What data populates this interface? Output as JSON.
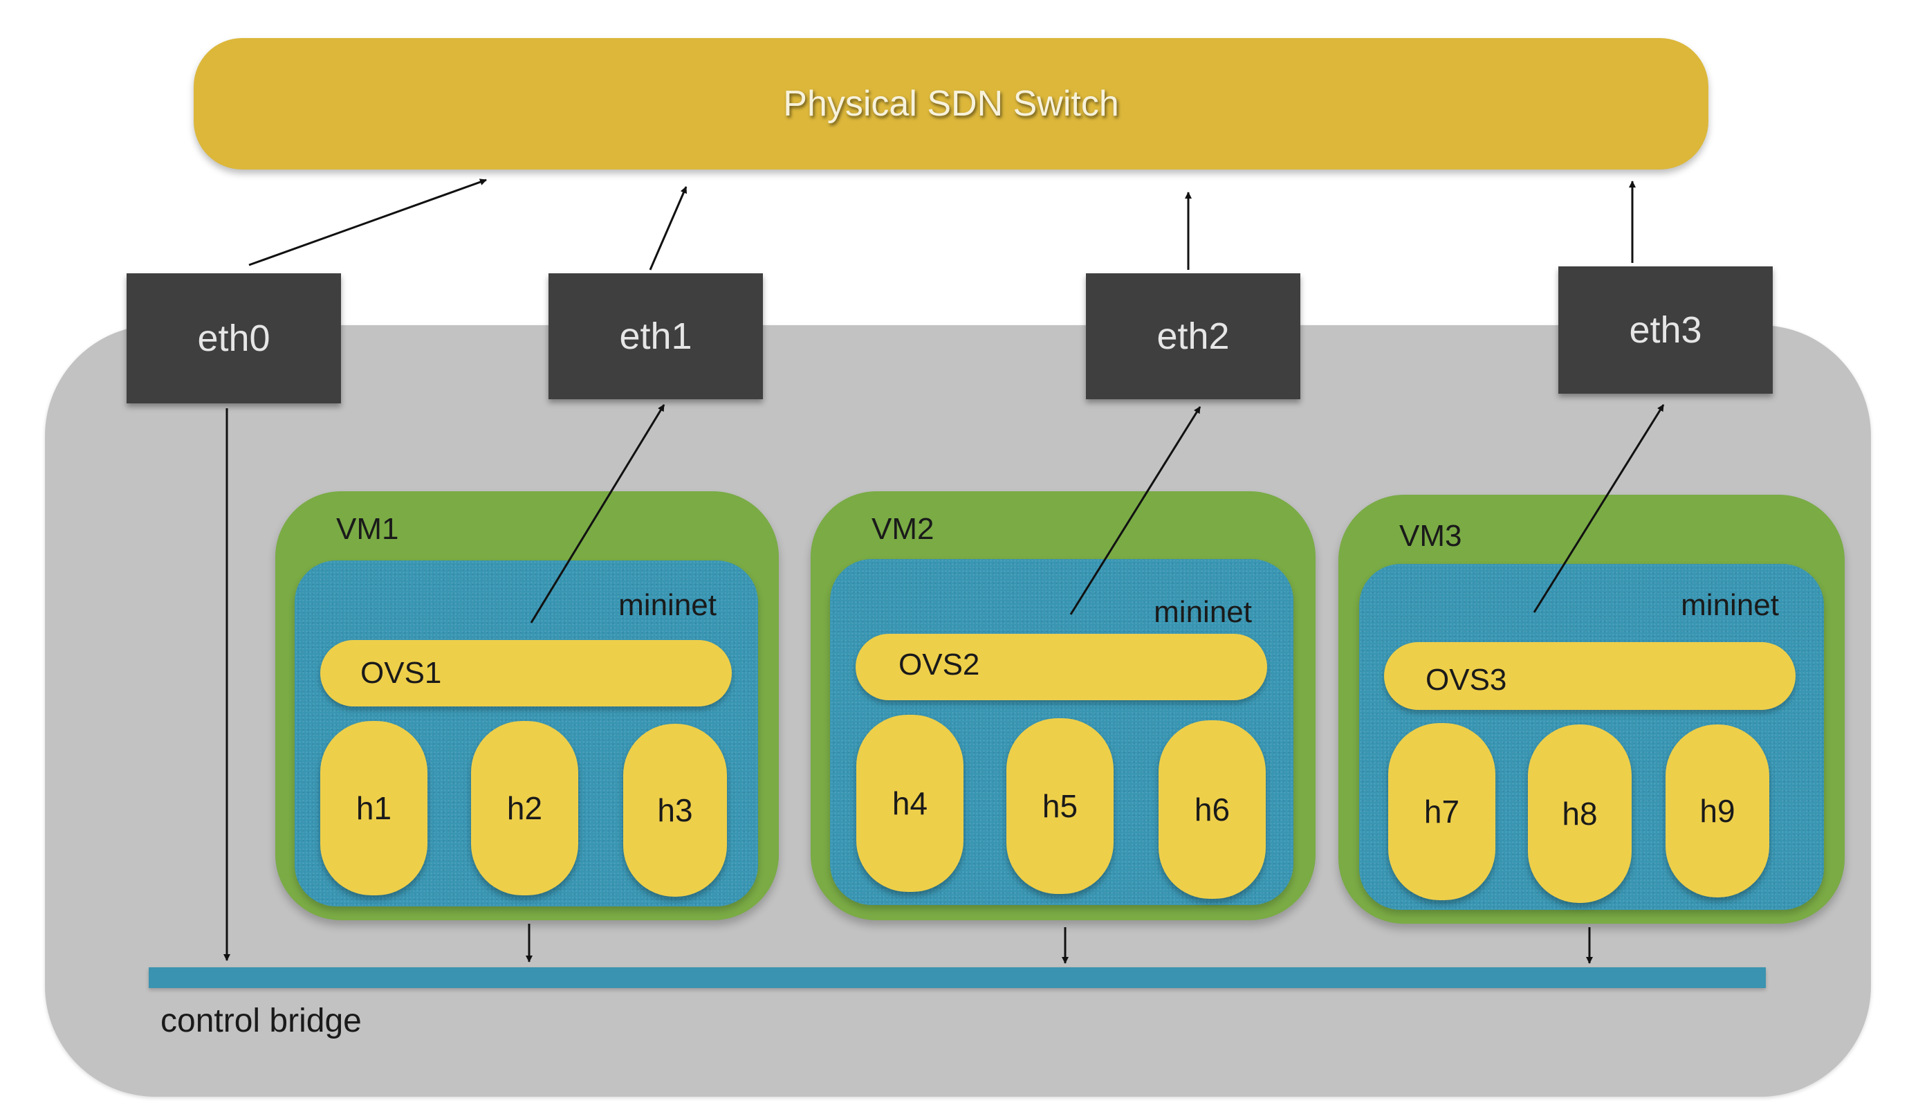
{
  "switch": {
    "label": "Physical SDN Switch"
  },
  "interfaces": [
    {
      "label": "eth0"
    },
    {
      "label": "eth1"
    },
    {
      "label": "eth2"
    },
    {
      "label": "eth3"
    }
  ],
  "vms": [
    {
      "label": "VM1",
      "network": "mininet",
      "switch": "OVS1",
      "hosts": [
        "h1",
        "h2",
        "h3"
      ]
    },
    {
      "label": "VM2",
      "network": "mininet",
      "switch": "OVS2",
      "hosts": [
        "h4",
        "h5",
        "h6"
      ]
    },
    {
      "label": "VM3",
      "network": "mininet",
      "switch": "OVS3",
      "hosts": [
        "h7",
        "h8",
        "h9"
      ]
    }
  ],
  "bridge": {
    "label": "control bridge"
  },
  "colors": {
    "switch": "#dcb73a",
    "host_machine": "#c2c2c2",
    "interface": "#3f3f3f",
    "vm": "#7aab45",
    "mininet": "#3996b3",
    "ovs_and_hosts": "#eecf4a",
    "bridge": "#3a93b0"
  }
}
